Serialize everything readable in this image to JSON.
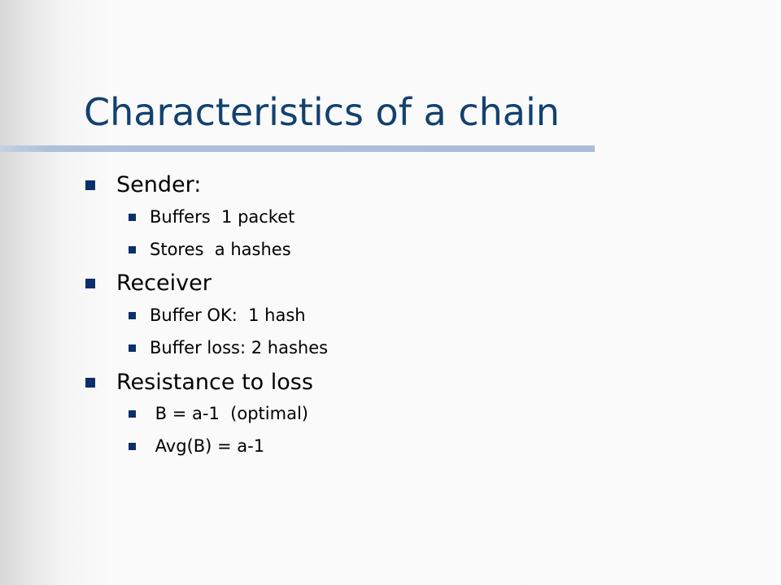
{
  "slide": {
    "title": "Characteristics of a chain",
    "sections": [
      {
        "heading": "Sender:",
        "items": [
          "Buffers  1 packet",
          "Stores  a hashes"
        ]
      },
      {
        "heading": "Receiver",
        "items": [
          "Buffer OK:  1 hash",
          "Buffer loss: 2 hashes"
        ]
      },
      {
        "heading": "Resistance to loss",
        "items": [
          " B = a-1  (optimal)",
          " Avg(B) = a-1"
        ]
      }
    ]
  }
}
